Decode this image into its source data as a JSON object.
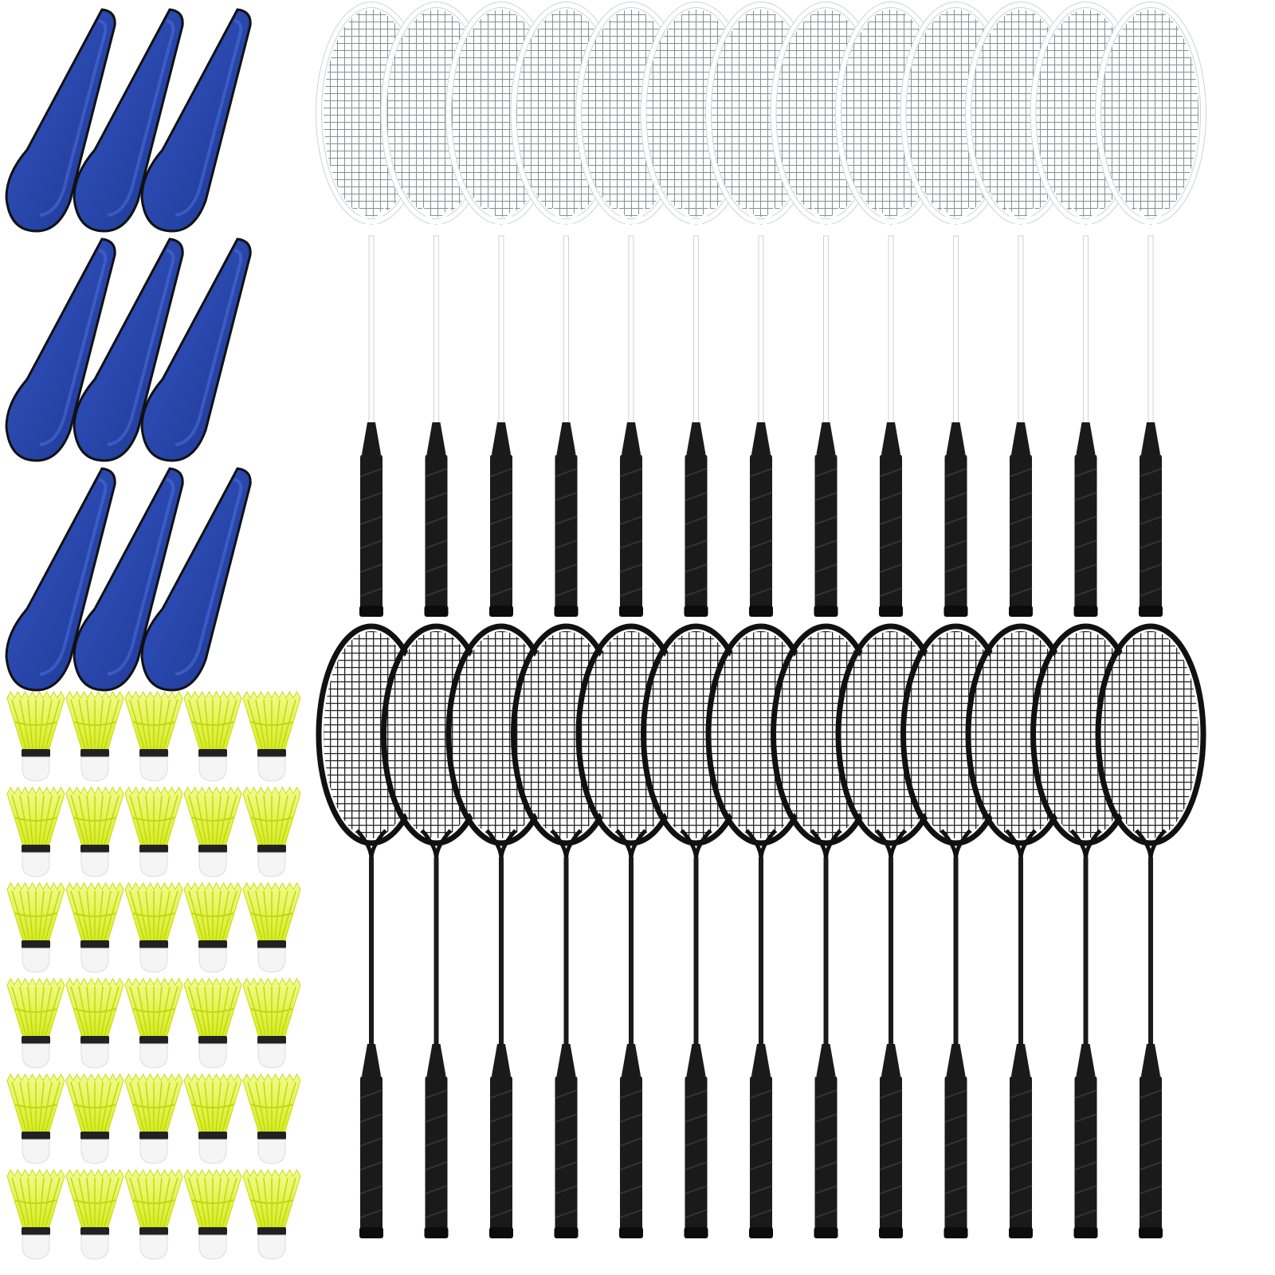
{
  "scene": {
    "background": "#ffffff",
    "colors": {
      "cover_blue": "#2748b4",
      "cover_blue_dark": "#1d3690",
      "cover_edge": "#111111",
      "white_frame": "#ffffff",
      "white_frame_outline": "#cfd2d8",
      "white_string": "#8a8e98",
      "black_frame": "#111111",
      "black_string": "#222222",
      "grip": "#1a1a1a",
      "grip_wrap": "#333333",
      "shuttle_feather": "#e4f53a",
      "shuttle_feather_light": "#f2fb8e",
      "shuttle_band": "#222222",
      "shuttle_cork": "#f5f5f5"
    },
    "items": {
      "racket_covers": 9,
      "white_rackets": 13,
      "black_rackets": 13,
      "shuttlecocks": 30
    },
    "icons": {
      "cover": "racket-cover-icon",
      "racket": "badminton-racket-icon",
      "shuttle": "shuttlecock-icon"
    }
  }
}
